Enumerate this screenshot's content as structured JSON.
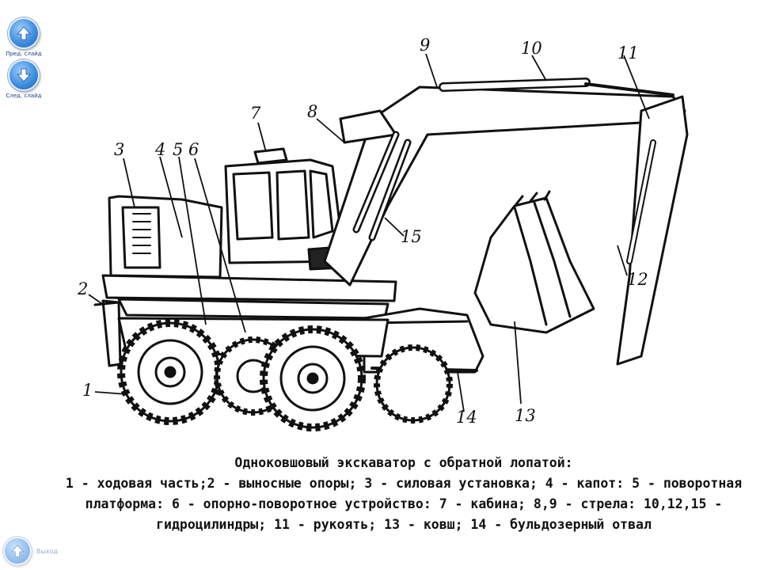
{
  "navigation": {
    "prev_label": "Пред. слайд",
    "next_label": "След. слайд",
    "exit_label": "Выход",
    "prev_icon": "arrow-up-icon",
    "next_icon": "arrow-down-icon",
    "exit_icon": "arrow-up-icon",
    "button_color": "#3f8fe0"
  },
  "diagram": {
    "labels": [
      "1",
      "2",
      "3",
      "4",
      "5",
      "6",
      "7",
      "8",
      "9",
      "10",
      "11",
      "12",
      "13",
      "14",
      "15"
    ]
  },
  "caption": {
    "title": "Одноковшовый экскаватор с обратной лопатой:",
    "body": "1 - ходовая часть;2 - выносные опоры; 3 - силовая установка; 4 - капот: 5 - поворотная платформа: 6 - опорно-поворотное устройство: 7 - кабина; 8,9 - стрела: 10,12,15 - гидроцилиндры; 11 - рукоять; 13 - ковш; 14 - бульдозерный отвал"
  }
}
